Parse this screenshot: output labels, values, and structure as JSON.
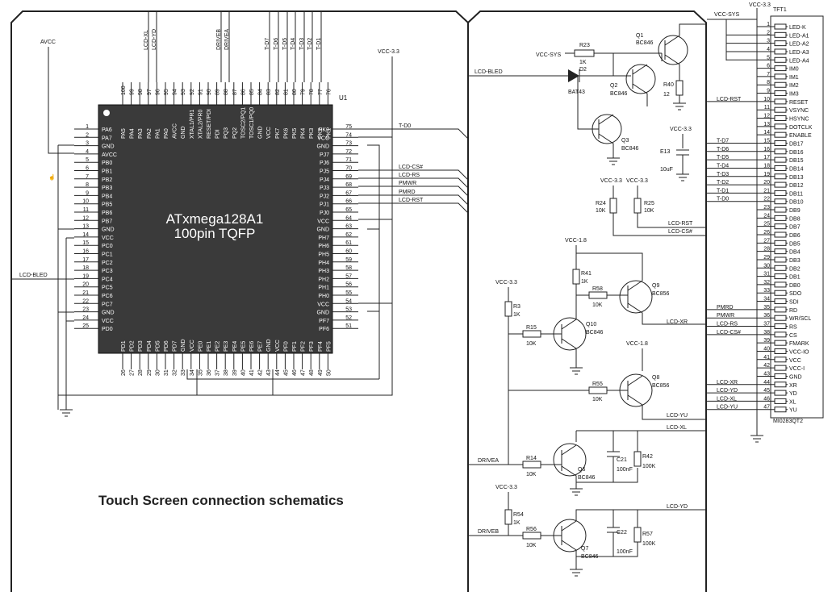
{
  "caption": "Touch Screen connection schematics",
  "mcu": {
    "ref": "U1",
    "name": "ATxmega128A1",
    "package": "100pin TQFP",
    "left_pins": [
      {
        "n": "1",
        "s": "PA6"
      },
      {
        "n": "2",
        "s": "PA7"
      },
      {
        "n": "3",
        "s": "GND"
      },
      {
        "n": "4",
        "s": "AVCC"
      },
      {
        "n": "5",
        "s": "PB0"
      },
      {
        "n": "6",
        "s": "PB1"
      },
      {
        "n": "7",
        "s": "PB2"
      },
      {
        "n": "8",
        "s": "PB3"
      },
      {
        "n": "9",
        "s": "PB4"
      },
      {
        "n": "10",
        "s": "PB5"
      },
      {
        "n": "11",
        "s": "PB6"
      },
      {
        "n": "12",
        "s": "PB7"
      },
      {
        "n": "13",
        "s": "GND"
      },
      {
        "n": "14",
        "s": "VCC"
      },
      {
        "n": "15",
        "s": "PC0"
      },
      {
        "n": "16",
        "s": "PC1"
      },
      {
        "n": "17",
        "s": "PC2"
      },
      {
        "n": "18",
        "s": "PC3"
      },
      {
        "n": "19",
        "s": "PC4"
      },
      {
        "n": "20",
        "s": "PC5"
      },
      {
        "n": "21",
        "s": "PC6"
      },
      {
        "n": "22",
        "s": "PC7"
      },
      {
        "n": "23",
        "s": "GND"
      },
      {
        "n": "24",
        "s": "VCC"
      },
      {
        "n": "25",
        "s": "PD0"
      }
    ],
    "right_pins": [
      {
        "n": "75",
        "s": "PK0"
      },
      {
        "n": "74",
        "s": "VCC"
      },
      {
        "n": "73",
        "s": "GND"
      },
      {
        "n": "72",
        "s": "PJ7"
      },
      {
        "n": "71",
        "s": "PJ6"
      },
      {
        "n": "70",
        "s": "PJ5"
      },
      {
        "n": "69",
        "s": "PJ4"
      },
      {
        "n": "68",
        "s": "PJ3"
      },
      {
        "n": "67",
        "s": "PJ2"
      },
      {
        "n": "66",
        "s": "PJ1"
      },
      {
        "n": "65",
        "s": "PJ0"
      },
      {
        "n": "64",
        "s": "VCC"
      },
      {
        "n": "63",
        "s": "GND"
      },
      {
        "n": "62",
        "s": "PH7"
      },
      {
        "n": "61",
        "s": "PH6"
      },
      {
        "n": "60",
        "s": "PH5"
      },
      {
        "n": "59",
        "s": "PH4"
      },
      {
        "n": "58",
        "s": "PH3"
      },
      {
        "n": "57",
        "s": "PH2"
      },
      {
        "n": "56",
        "s": "PH1"
      },
      {
        "n": "55",
        "s": "PH0"
      },
      {
        "n": "54",
        "s": "VCC"
      },
      {
        "n": "53",
        "s": "GND"
      },
      {
        "n": "52",
        "s": "PF7"
      },
      {
        "n": "51",
        "s": "PF6"
      }
    ],
    "top_pins": [
      {
        "n": "100",
        "s": "PA5"
      },
      {
        "n": "99",
        "s": "PA4"
      },
      {
        "n": "98",
        "s": "PA3"
      },
      {
        "n": "97",
        "s": "PA2"
      },
      {
        "n": "96",
        "s": "PA1"
      },
      {
        "n": "95",
        "s": "PA0"
      },
      {
        "n": "94",
        "s": "AVCC"
      },
      {
        "n": "93",
        "s": "GND"
      },
      {
        "n": "92",
        "s": "XTAL1/PR1"
      },
      {
        "n": "91",
        "s": "XTAL2/PR0"
      },
      {
        "n": "90",
        "s": "RESET/PDI"
      },
      {
        "n": "89",
        "s": "PDI"
      },
      {
        "n": "88",
        "s": "PQ3"
      },
      {
        "n": "87",
        "s": "PQ2"
      },
      {
        "n": "86",
        "s": "TOSC2/PQ1"
      },
      {
        "n": "85",
        "s": "TOSC1/PQ0"
      },
      {
        "n": "84",
        "s": "GND"
      },
      {
        "n": "83",
        "s": "VCC"
      },
      {
        "n": "82",
        "s": "PK7"
      },
      {
        "n": "81",
        "s": "PK6"
      },
      {
        "n": "80",
        "s": "PK5"
      },
      {
        "n": "79",
        "s": "PK4"
      },
      {
        "n": "78",
        "s": "PK3"
      },
      {
        "n": "77",
        "s": "PK2"
      },
      {
        "n": "76",
        "s": "PK1"
      }
    ],
    "bottom_pins": [
      {
        "n": "26",
        "s": "PD1"
      },
      {
        "n": "27",
        "s": "PD2"
      },
      {
        "n": "28",
        "s": "PD3"
      },
      {
        "n": "29",
        "s": "PD4"
      },
      {
        "n": "30",
        "s": "PD5"
      },
      {
        "n": "31",
        "s": "PD6"
      },
      {
        "n": "32",
        "s": "PD7"
      },
      {
        "n": "33",
        "s": "GND"
      },
      {
        "n": "34",
        "s": "VCC"
      },
      {
        "n": "35",
        "s": "PE0"
      },
      {
        "n": "36",
        "s": "PE1"
      },
      {
        "n": "37",
        "s": "PE2"
      },
      {
        "n": "38",
        "s": "PE3"
      },
      {
        "n": "39",
        "s": "PE4"
      },
      {
        "n": "40",
        "s": "PE5"
      },
      {
        "n": "41",
        "s": "PE6"
      },
      {
        "n": "42",
        "s": "PE7"
      },
      {
        "n": "43",
        "s": "GND"
      },
      {
        "n": "44",
        "s": "VCC"
      },
      {
        "n": "45",
        "s": "PF0"
      },
      {
        "n": "46",
        "s": "PF1"
      },
      {
        "n": "47",
        "s": "PF2"
      },
      {
        "n": "48",
        "s": "PF3"
      },
      {
        "n": "49",
        "s": "PF4"
      },
      {
        "n": "50",
        "s": "PF5"
      }
    ],
    "top_nets": [
      "LCD-XL",
      "LCD-YD",
      "DRIVEB",
      "DRIVEA",
      "T-D7",
      "T-D6",
      "T-D5",
      "T-D4",
      "T-D3",
      "T-D2",
      "T-D1"
    ],
    "right_nets": [
      "T-D0",
      "LCD-CS#",
      "LCD-RS",
      "PMWR",
      "PMRD",
      "LCD-RST"
    ]
  },
  "left_nets": {
    "avcc": "AVCC",
    "vcc": "VCC-3.3",
    "bled": "LCD-BLED"
  },
  "tft": {
    "ref": "TFT1",
    "model": "MI0283QT2",
    "supply": "VCC-3.3",
    "supply_sys": "VCC-SYS",
    "pins": [
      {
        "n": "1",
        "s": "LED-K"
      },
      {
        "n": "2",
        "s": "LED-A1"
      },
      {
        "n": "3",
        "s": "LED-A2"
      },
      {
        "n": "4",
        "s": "LED-A3"
      },
      {
        "n": "5",
        "s": "LED-A4"
      },
      {
        "n": "6",
        "s": "IM0"
      },
      {
        "n": "7",
        "s": "IM1"
      },
      {
        "n": "8",
        "s": "IM2"
      },
      {
        "n": "9",
        "s": "IM3"
      },
      {
        "n": "10",
        "s": "RESET"
      },
      {
        "n": "11",
        "s": "VSYNC"
      },
      {
        "n": "12",
        "s": "HSYNC"
      },
      {
        "n": "13",
        "s": "DOTCLK"
      },
      {
        "n": "14",
        "s": "ENABLE"
      },
      {
        "n": "15",
        "s": "DB17"
      },
      {
        "n": "16",
        "s": "DB16"
      },
      {
        "n": "17",
        "s": "DB15"
      },
      {
        "n": "18",
        "s": "DB14"
      },
      {
        "n": "19",
        "s": "DB13"
      },
      {
        "n": "20",
        "s": "DB12"
      },
      {
        "n": "21",
        "s": "DB11"
      },
      {
        "n": "22",
        "s": "DB10"
      },
      {
        "n": "23",
        "s": "DB9"
      },
      {
        "n": "24",
        "s": "DB8"
      },
      {
        "n": "25",
        "s": "DB7"
      },
      {
        "n": "26",
        "s": "DB6"
      },
      {
        "n": "27",
        "s": "DB5"
      },
      {
        "n": "28",
        "s": "DB4"
      },
      {
        "n": "29",
        "s": "DB3"
      },
      {
        "n": "30",
        "s": "DB2"
      },
      {
        "n": "31",
        "s": "DB1"
      },
      {
        "n": "32",
        "s": "DB0"
      },
      {
        "n": "33",
        "s": "SDO"
      },
      {
        "n": "34",
        "s": "SDI"
      },
      {
        "n": "35",
        "s": "RD"
      },
      {
        "n": "36",
        "s": "WR/SCL"
      },
      {
        "n": "37",
        "s": "RS"
      },
      {
        "n": "38",
        "s": "CS"
      },
      {
        "n": "39",
        "s": "FMARK"
      },
      {
        "n": "40",
        "s": "VCC-IO"
      },
      {
        "n": "41",
        "s": "VCC"
      },
      {
        "n": "42",
        "s": "VCC-I"
      },
      {
        "n": "43",
        "s": "GND"
      },
      {
        "n": "44",
        "s": "XR"
      },
      {
        "n": "45",
        "s": "YD"
      },
      {
        "n": "46",
        "s": "XL"
      },
      {
        "n": "47",
        "s": "YU"
      }
    ],
    "net_labels": [
      "LCD-RST",
      "T-D7",
      "T-D6",
      "T-D5",
      "T-D4",
      "T-D3",
      "T-D2",
      "T-D1",
      "T-D0",
      "PMRD",
      "PMWR",
      "LCD-RS",
      "LCD-CS#",
      "LCD-XR",
      "LCD-YD",
      "LCD-XL",
      "LCD-YU"
    ]
  },
  "backlight": {
    "net_in": "LCD-BLED",
    "supply": "VCC-SYS",
    "r23": "R23",
    "r23v": "1K",
    "d2": "D2",
    "d2v": "BAT43",
    "q1": "Q1",
    "q1v": "BC846",
    "q2": "Q2",
    "q2v": "BC846",
    "q3": "Q3",
    "q3v": "BC846",
    "r40": "R40",
    "r40v": "12",
    "e13": "E13",
    "e13v": "10uF",
    "e13s": "VCC-3.3"
  },
  "pullups": {
    "vcc_a": "VCC-3.3",
    "vcc_b": "VCC-3.3",
    "r24": "R24",
    "r24v": "10K",
    "r25": "R25",
    "r25v": "10K",
    "net_a": "LCD-RST",
    "net_b": "LCD-CS#"
  },
  "touch": {
    "vcc18a": "VCC-1.8",
    "vcc18b": "VCC-1.8",
    "vcc33a": "VCC-3.3",
    "vcc33b": "VCC-3.3",
    "r41": "R41",
    "r41v": "1K",
    "r58": "R58",
    "r58v": "10K",
    "q9": "Q9",
    "q9v": "BC856",
    "r3": "R3",
    "r3v": "1K",
    "r15": "R15",
    "r15v": "10K",
    "q10": "Q10",
    "q10v": "BC846",
    "r55": "R55",
    "r55v": "10K",
    "q8": "Q8",
    "q8v": "BC856",
    "r14": "R14",
    "r14v": "10K",
    "q6": "Q6",
    "q6v": "BC846",
    "c21": "C21",
    "c21v": "100nF",
    "r42": "R42",
    "r42v": "100K",
    "r54": "R54",
    "r54v": "1K",
    "r56": "R56",
    "r56v": "10K",
    "q7": "Q7",
    "q7v": "BC846",
    "c22": "C22",
    "c22v": "100nF",
    "r57": "R57",
    "r57v": "100K",
    "net_xr": "LCD-XR",
    "net_yu": "LCD-YU",
    "net_xl": "LCD-XL",
    "net_yd": "LCD-YD",
    "drivea": "DRIVEA",
    "driveb": "DRIVEB"
  }
}
